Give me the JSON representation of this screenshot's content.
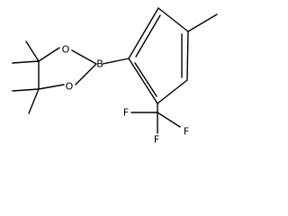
{
  "molecule": {
    "atoms": {
      "boron": "B",
      "oxygen_top": "O",
      "oxygen_bottom": "O",
      "fluorine_left": "F",
      "fluorine_bottom": "F",
      "fluorine_right": "F"
    }
  }
}
